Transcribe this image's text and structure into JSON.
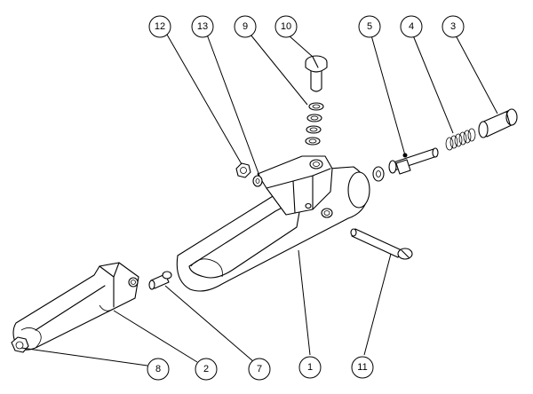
{
  "callouts": [
    {
      "id": "c12",
      "label": "12"
    },
    {
      "id": "c13",
      "label": "13"
    },
    {
      "id": "c9",
      "label": "9"
    },
    {
      "id": "c10",
      "label": "10"
    },
    {
      "id": "c5",
      "label": "5"
    },
    {
      "id": "c4",
      "label": "4"
    },
    {
      "id": "c3",
      "label": "3"
    },
    {
      "id": "c8",
      "label": "8"
    },
    {
      "id": "c2",
      "label": "2"
    },
    {
      "id": "c7",
      "label": "7"
    },
    {
      "id": "c1",
      "label": "1"
    },
    {
      "id": "c11",
      "label": "11"
    }
  ],
  "colors": {
    "line": "#000000",
    "background": "#ffffff"
  }
}
